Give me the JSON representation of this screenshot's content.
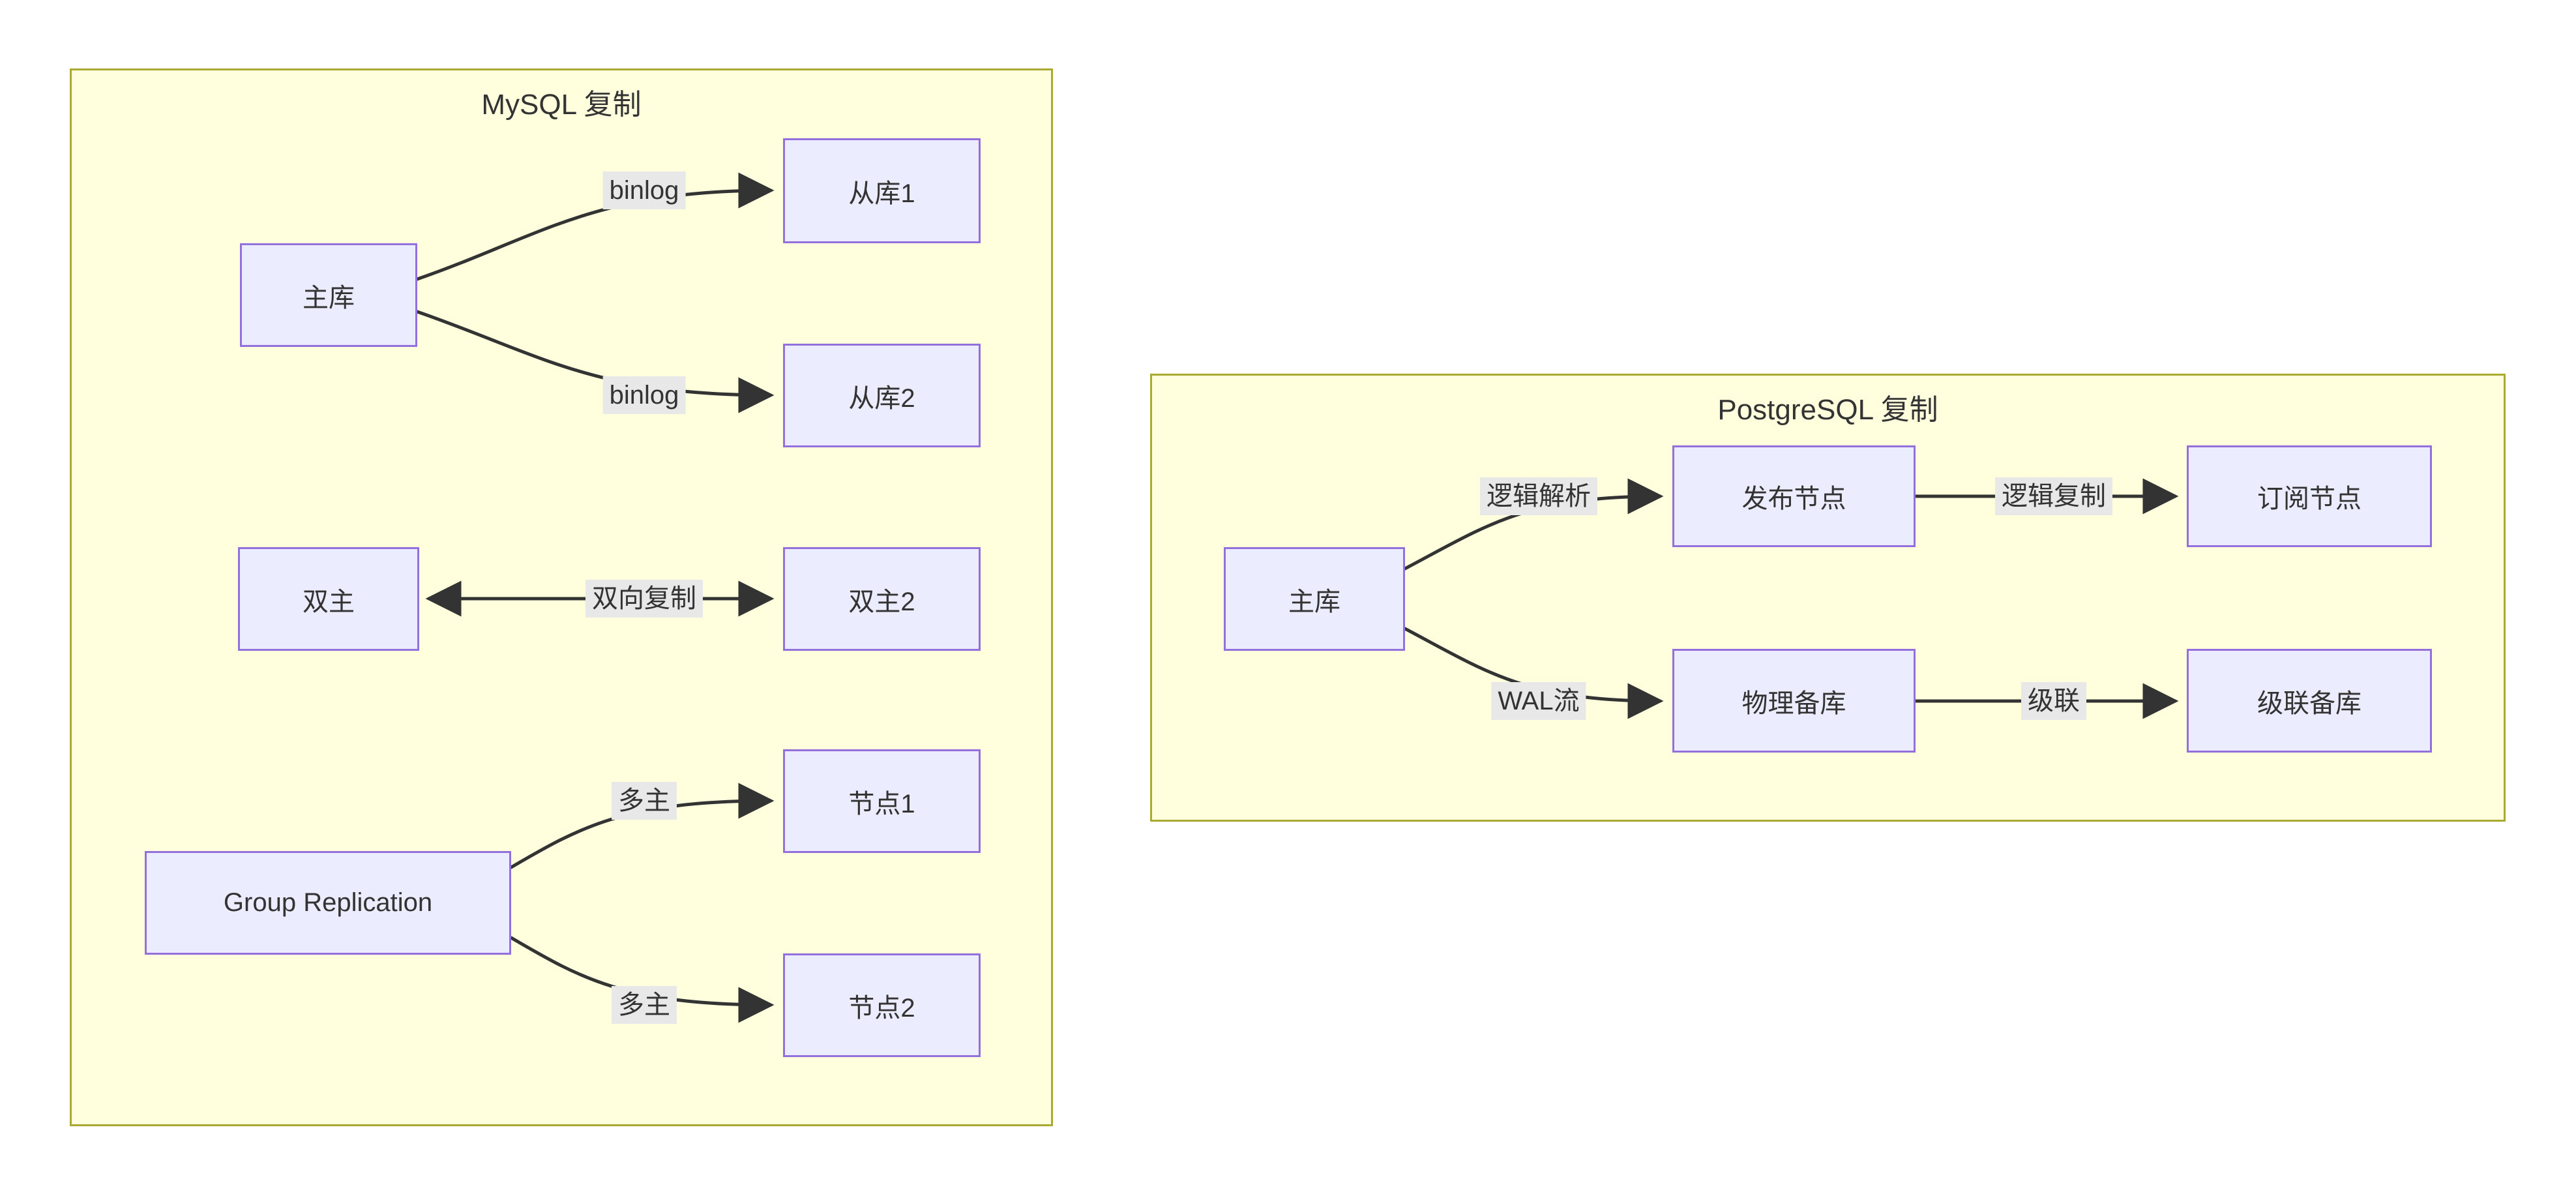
{
  "clusters": {
    "mysql": {
      "title": "MySQL 复制",
      "nodes": {
        "primary": "主库",
        "replica1": "从库1",
        "replica2": "从库2",
        "dual1": "双主",
        "dual2": "双主2",
        "group": "Group Replication",
        "member1": "节点1",
        "member2": "节点2"
      },
      "edges": [
        {
          "from": "主库",
          "to": "从库1",
          "label": "binlog",
          "direction": "forward"
        },
        {
          "from": "主库",
          "to": "从库2",
          "label": "binlog",
          "direction": "forward"
        },
        {
          "from": "双主",
          "to": "双主2",
          "label": "双向复制",
          "direction": "bidirectional"
        },
        {
          "from": "Group Replication",
          "to": "节点1",
          "label": "多主",
          "direction": "forward"
        },
        {
          "from": "Group Replication",
          "to": "节点2",
          "label": "多主",
          "direction": "forward"
        }
      ]
    },
    "postgresql": {
      "title": "PostgreSQL 复制",
      "nodes": {
        "primary": "主库",
        "publisher": "发布节点",
        "subscriber": "订阅节点",
        "physical_standby": "物理备库",
        "cascade_standby": "级联备库"
      },
      "edges": [
        {
          "from": "主库",
          "to": "发布节点",
          "label": "逻辑解析",
          "direction": "forward"
        },
        {
          "from": "发布节点",
          "to": "订阅节点",
          "label": "逻辑复制",
          "direction": "forward"
        },
        {
          "from": "主库",
          "to": "物理备库",
          "label": "WAL流",
          "direction": "forward"
        },
        {
          "from": "物理备库",
          "to": "级联备库",
          "label": "级联",
          "direction": "forward"
        }
      ]
    }
  },
  "colors": {
    "cluster_fill": "#ffffde",
    "cluster_border": "#aaaa33",
    "node_fill": "#ececff",
    "node_border": "#9370db",
    "edge_stroke": "#333333",
    "edge_label_bg": "#e8e8e8",
    "text": "#333333",
    "page_bg": "#ffffff"
  }
}
